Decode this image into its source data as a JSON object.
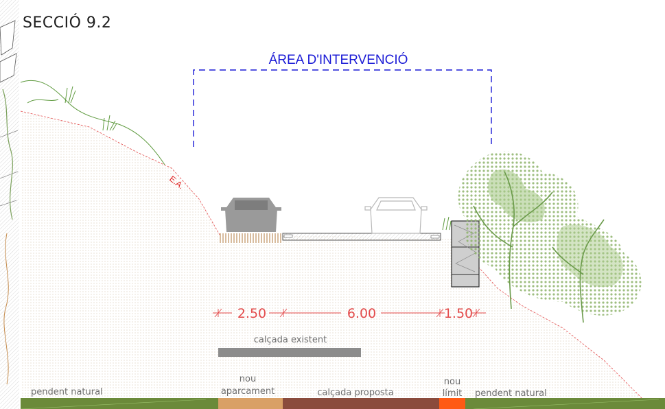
{
  "title": "SECCIÓ 9.2",
  "intervention_area": {
    "label": "ÁREA D'INTERVENCIÓ"
  },
  "terrain_marker": "E.A.",
  "dimensions": [
    {
      "value": "2.50"
    },
    {
      "value": "6.00"
    },
    {
      "value": "1.50"
    }
  ],
  "existing_road": {
    "label": "calçada existent",
    "color": "#8c8c8c"
  },
  "legend": [
    {
      "label": "pendent natural",
      "color": "#6b8a3a"
    },
    {
      "label": "nou aparcament",
      "color": "#d9a066"
    },
    {
      "label": "calçada proposta",
      "color": "#8a4b3c"
    },
    {
      "label": "nou límit",
      "color": "#ff5a14"
    },
    {
      "label": "pendent natural",
      "color": "#6b8a3a"
    }
  ],
  "colors": {
    "dimension_line": "#e34a4a",
    "area_boundary": "#1a1ad6",
    "vegetation": "#8db36a",
    "terrain": "#e8dcc8"
  }
}
